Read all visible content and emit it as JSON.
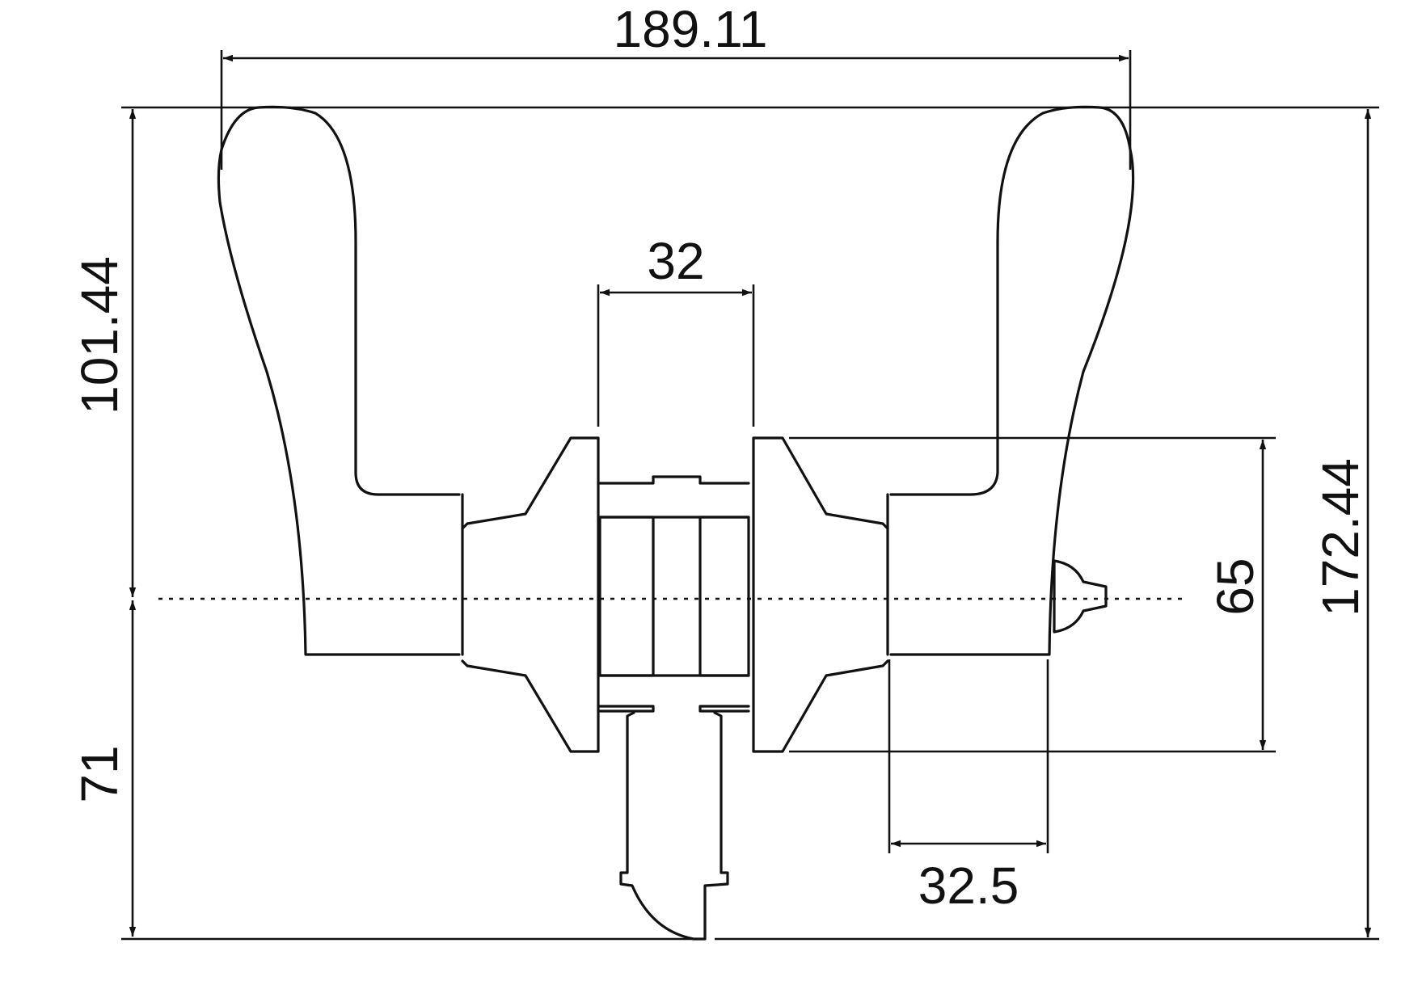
{
  "dimensions": {
    "overall_width": "189.11",
    "spindle_gap": "32",
    "upper_height": "101.44",
    "lower_height": "71",
    "overall_height": "172.44",
    "rose_diameter": "65",
    "rose_projection": "32.5"
  },
  "colors": {
    "line": "#111111",
    "background": "#ffffff"
  }
}
